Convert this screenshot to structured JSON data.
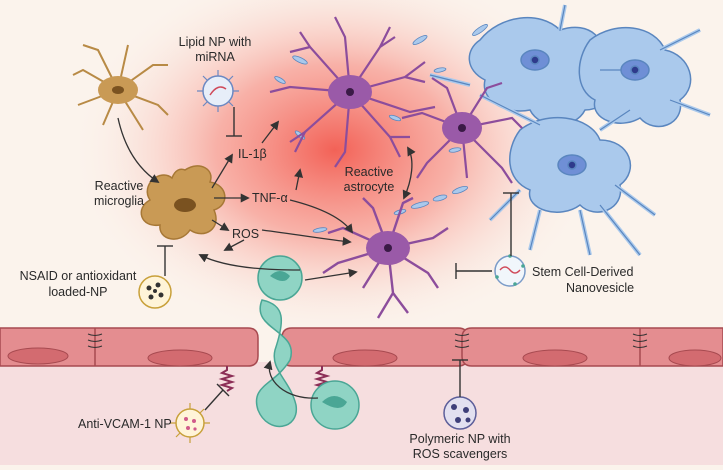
{
  "labels": {
    "lipid_np_line1": "Lipid NP with",
    "lipid_np_line2": "miRNA",
    "il1b": "IL-1β",
    "tnfa": "TNF-α",
    "ros": "ROS",
    "reactive_microglia_line1": "Reactive",
    "reactive_microglia_line2": "microglia",
    "reactive_astrocyte_line1": "Reactive",
    "reactive_astrocyte_line2": "astrocyte",
    "nsaid_line1": "NSAID or antioxidant",
    "nsaid_line2": "loaded-NP",
    "stem_cell_line1": "Stem Cell-Derived",
    "stem_cell_line2": "Nanovesicle",
    "anti_vcam": "Anti-VCAM-1 NP",
    "polymeric_line1": "Polymeric NP with",
    "polymeric_line2": "ROS scavengers"
  },
  "colors": {
    "background": "#fbf3ec",
    "inflammation_glow": "#f25a4f",
    "microglia": "#c99a55",
    "reactive_astrocyte": "#8c4d9c",
    "neuron": "#a9c8ea",
    "leukocyte": "#8fd4c4",
    "endothelium": "#e0898c",
    "vessel_lumen": "#f6dedf"
  }
}
